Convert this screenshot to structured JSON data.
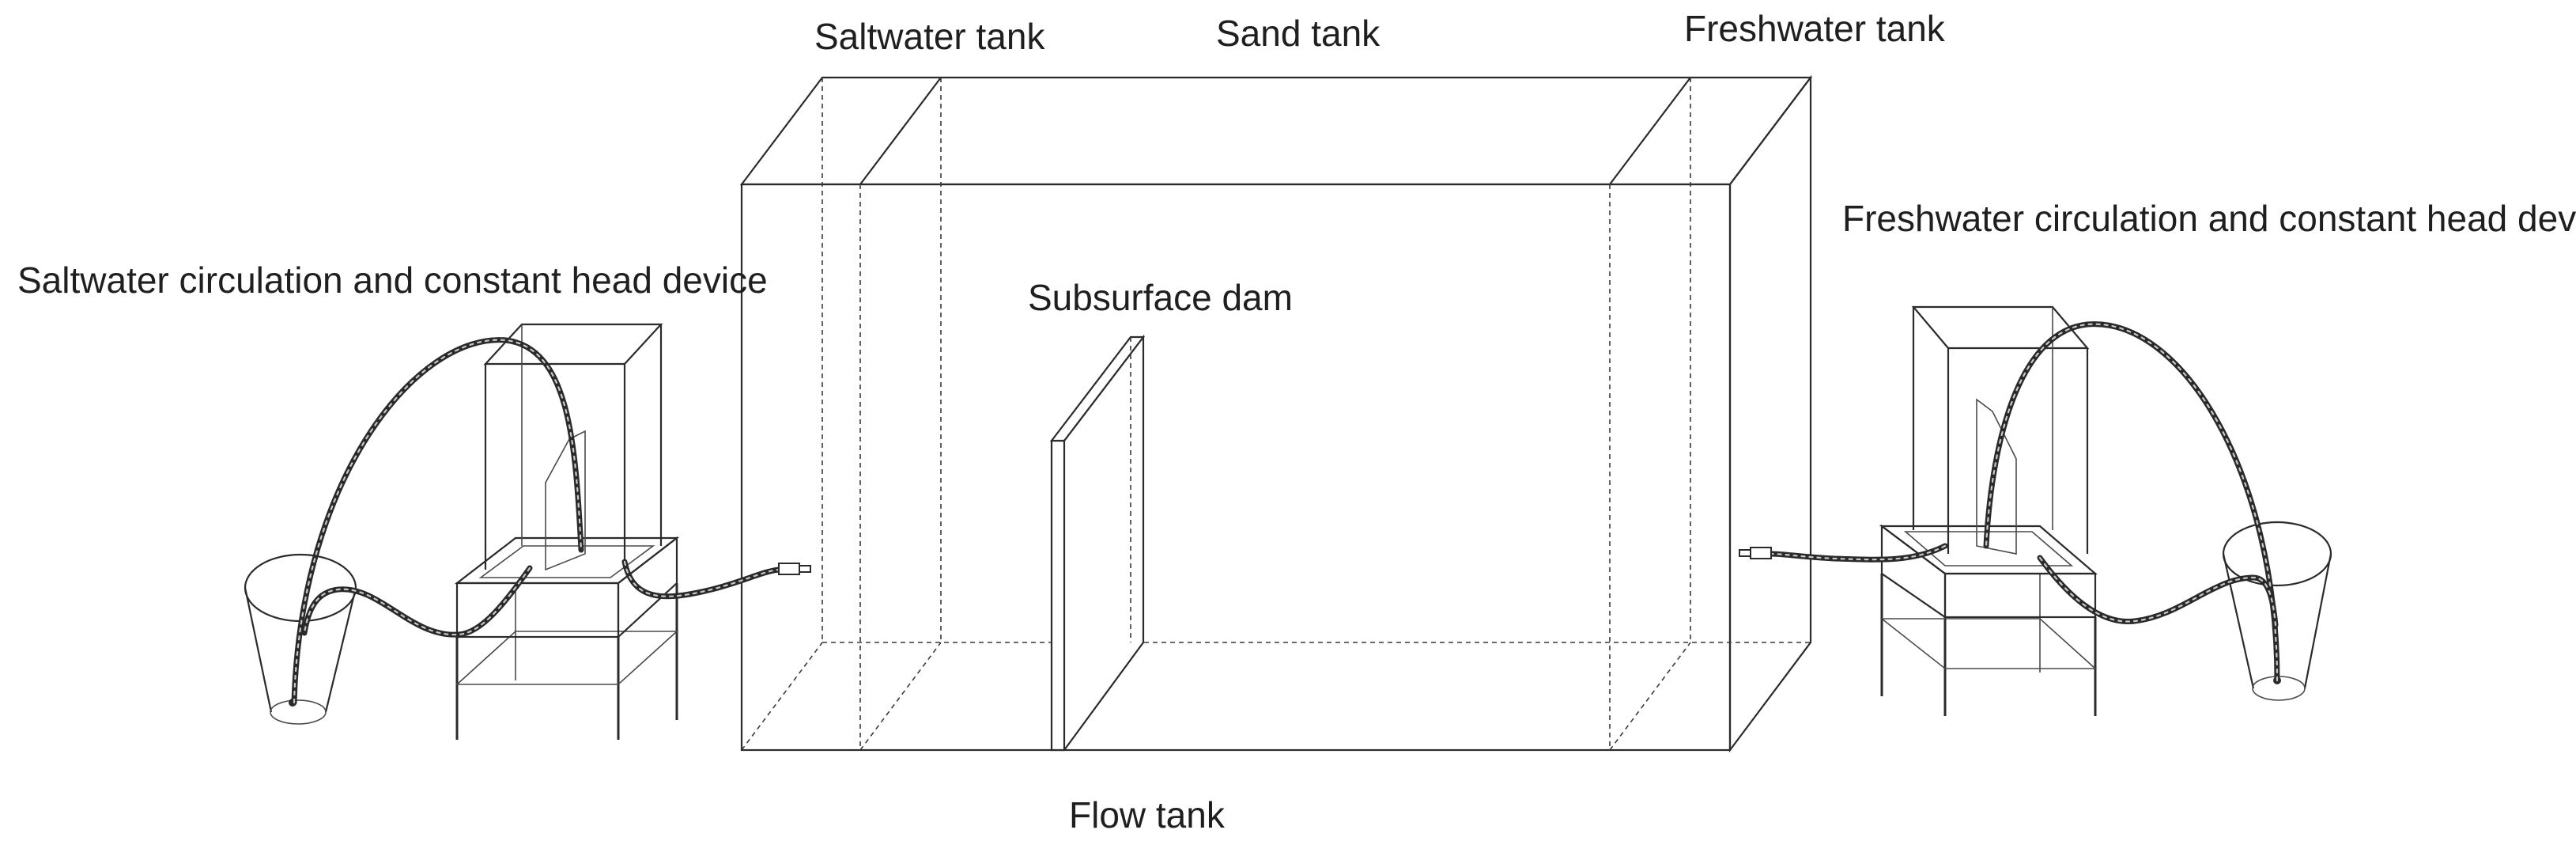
{
  "labels": {
    "saltwater_tank": "Saltwater tank",
    "sand_tank": "Sand tank",
    "freshwater_tank": "Freshwater tank",
    "freshwater_device": "Freshwater circulation and constant head device",
    "saltwater_device": "Saltwater circulation and constant head device",
    "subsurface_dam": "Subsurface dam",
    "flow_tank": "Flow tank"
  },
  "colors": {
    "line": "#2b2b2b",
    "background": "#ffffff"
  }
}
